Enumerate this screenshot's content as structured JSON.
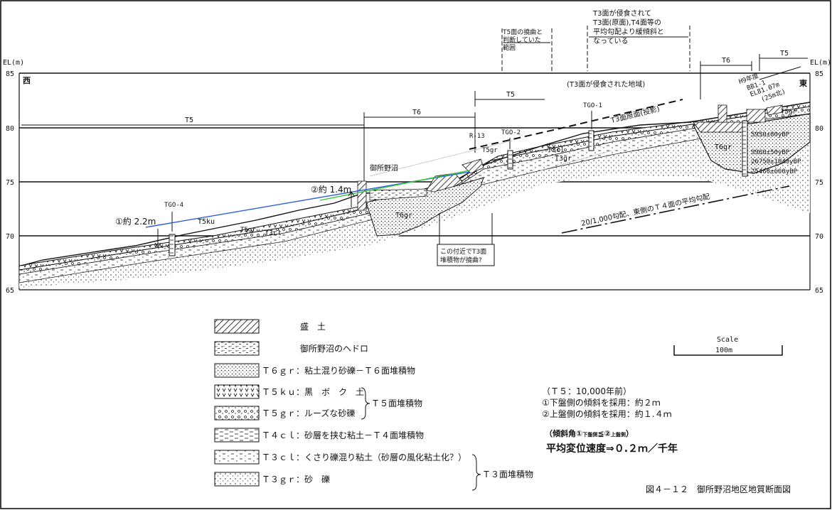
{
  "axis": {
    "unit_left": "EL(m)",
    "unit_right": "EL(m)",
    "ticks": [
      "85",
      "80",
      "75",
      "70",
      "65"
    ],
    "west": "西",
    "east": "東"
  },
  "zones": {
    "t5_left": "T5",
    "t6_mid": "T6",
    "t5_mid": "T5",
    "t6_right": "T6",
    "t5_right": "T5",
    "note_t5_flexure": [
      "T5面の撓曲と",
      "判断していた",
      "範囲"
    ],
    "note_t3_eroded": [
      "T3面が侵食されて",
      "T3面(原面),T4面等の",
      "平均勾配より緩傾斜と",
      "なっている"
    ],
    "eroded_region": "(T3面が侵食された地域)",
    "t3_original_surface": "T3面原面(投影)"
  },
  "boreholes": {
    "tgo4": "TGO-4",
    "tgo2": "TGO-2",
    "tgo1": "TGO-1",
    "r13": "R-13",
    "h9": "H9年度",
    "bb11": "BB1-1",
    "bb11_el": "EL81.07m",
    "bb11_offset": "(25m北)"
  },
  "labels": {
    "pond": "御所野沼",
    "t5ku": "T5ku",
    "t5gr_left": "T5gr",
    "t3cl_left": "T3cl",
    "t6gr_mid": "T6gr",
    "t5gr_mid": "T5gr",
    "t3cl_mid": "T3cl",
    "t3gr_mid": "T3gr",
    "t6gr_right": "T6gr",
    "t5gr_right": "T5gr",
    "offset1": "①約 2.2m",
    "offset2": "②約 1.4m",
    "gradient": "20/1,000勾配、東側のＴ４面の平均勾配",
    "flexure_note": [
      "この付近でT3面",
      "堆積物が撓曲?"
    ]
  },
  "dates": [
    "5950±80yBP",
    "9960±50yBP",
    "26750±1040yBP",
    "25460±600yBP"
  ],
  "legend": [
    {
      "label": "盛　土"
    },
    {
      "label": "御所野沼のヘドロ"
    },
    {
      "label": "Ｔ６ｇｒ：粘土混り砂礫－Ｔ６面堆積物"
    },
    {
      "label": "Ｔ５ｋｕ：黒　ボ　ク　土"
    },
    {
      "label": "Ｔ５ｇｒ：ルーズな砂礫"
    },
    {
      "label": "Ｔ４ｃｌ：砂層を挟む粘土－Ｔ４面堆積物"
    },
    {
      "label": "Ｔ３ｃｌ：くさり礫混り粘土（砂層の風化粘土化？）"
    },
    {
      "label": "Ｔ３ｇｒ：砂　礫"
    }
  ],
  "legend_groups": {
    "t5": "Ｔ５面堆積物",
    "t3": "Ｔ３面堆積物"
  },
  "scale": {
    "title": "Scale",
    "length": "100m"
  },
  "notes": {
    "line1": "（Ｔ５：10,000年前）",
    "line2": "①下盤側の傾斜を採用：約２ｍ",
    "line3": "②上盤側の傾斜を採用：約１.４ｍ",
    "angle_prefix": "（傾斜角①",
    "angle_sub1": "下盤側",
    "angle_mid": "≦②",
    "angle_sub2": "上盤側",
    "angle_suffix": "）",
    "rate": "平均変位速度⇒０.２ｍ／千年"
  },
  "caption": "図４－１２　御所野沼地区地質断面図"
}
